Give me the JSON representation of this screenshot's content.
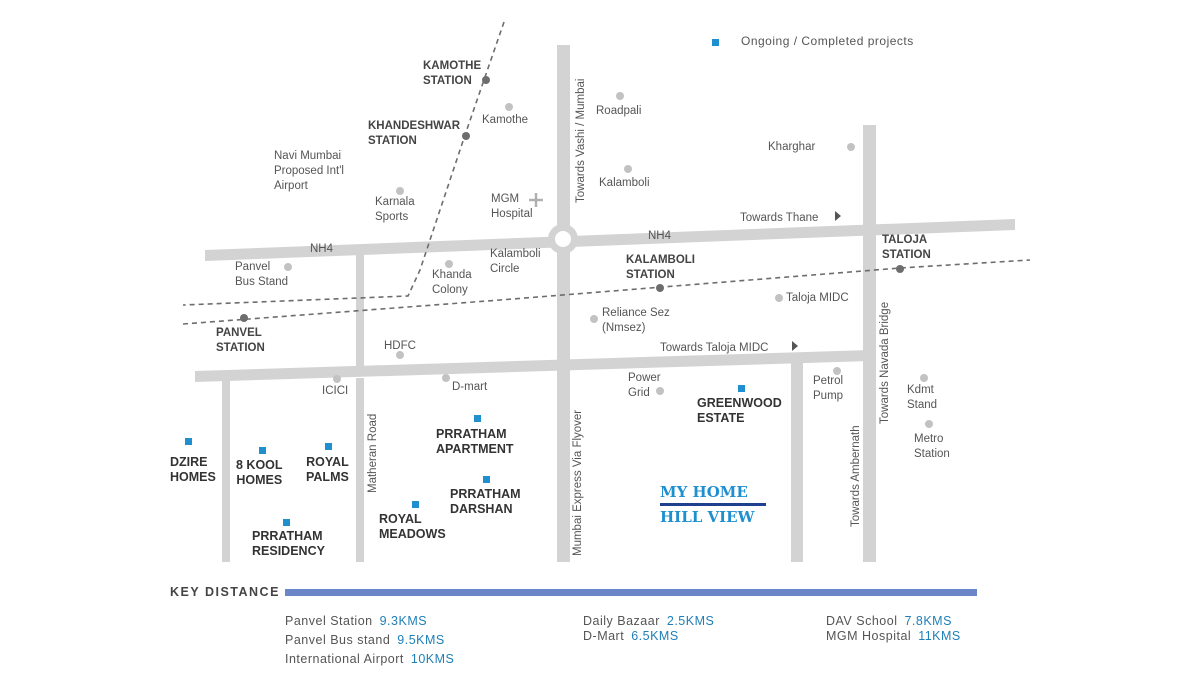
{
  "legend": {
    "label": "Ongoing / Completed projects",
    "color": "#1f8fcf"
  },
  "brand": {
    "line1": "MY HOME",
    "line2": "HILL VIEW"
  },
  "roads": {
    "nh4_left": "NH4",
    "nh4_right": "NH4",
    "towards_vashi": "Towards Vashi / Mumbai",
    "towards_thane": "Towards Thane",
    "towards_taloja": "Towards Taloja MIDC",
    "matheran": "Matheran Road",
    "expressway": "Mumbai Express Via Flyover",
    "ambernath": "Towards Ambernath",
    "navada": "Towards Navada Bridge"
  },
  "places": {
    "kamothe_station": "KAMOTHE\nSTATION",
    "kamothe": "Kamothe",
    "khandeshwar": "KHANDESHWAR\nSTATION",
    "airport": "Navi Mumbai\nProposed Int'l\nAirport",
    "karnala": "Karnala\nSports",
    "mgm": "MGM\nHospital",
    "roadpali": "Roadpali",
    "kalamboli": "Kalamboli",
    "kharghar": "Kharghar",
    "taloja_station": "TALOJA\nSTATION",
    "panvel_bus": "Panvel\nBus Stand",
    "khanda": "Khanda\nColony",
    "kalamboli_circle": "Kalamboli\nCircle",
    "kalamboli_station": "KALAMBOLI\nSTATION",
    "taloja_midc": "Taloja MIDC",
    "panvel_station": "PANVEL\nSTATION",
    "reliance": "Reliance Sez\n(Nmsez)",
    "hdfc": "HDFC",
    "icici": "ICICI",
    "dmart": "D-mart",
    "power_grid": "Power\nGrid",
    "petrol_pump": "Petrol\nPump",
    "kdmt": "Kdmt\nStand",
    "metro": "Metro\nStation"
  },
  "projects": {
    "dzire": "DZIRE\nHOMES",
    "kool": "8 KOOL\nHOMES",
    "royal_palms": "ROYAL\nPALMS",
    "prratham_residency": "PRRATHAM\nRESIDENCY",
    "royal_meadows": "ROYAL\nMEADOWS",
    "prratham_apartment": "PRRATHAM\nAPARTMENT",
    "prratham_darshan": "PRRATHAM\nDARSHAN",
    "greenwood": "GREENWOOD\nESTATE"
  },
  "key_distance": {
    "title": "KEY DISTANCE",
    "items": [
      {
        "name": "Panvel Station",
        "value": "9.3KMS"
      },
      {
        "name": "Panvel Bus stand",
        "value": "9.5KMS"
      },
      {
        "name": "International Airport",
        "value": "10KMS"
      },
      {
        "name": "Daily Bazaar",
        "value": "2.5KMS"
      },
      {
        "name": "D-Mart",
        "value": "6.5KMS"
      },
      {
        "name": "DAV School",
        "value": "7.8KMS"
      },
      {
        "name": "MGM Hospital",
        "value": "11KMS"
      }
    ]
  }
}
